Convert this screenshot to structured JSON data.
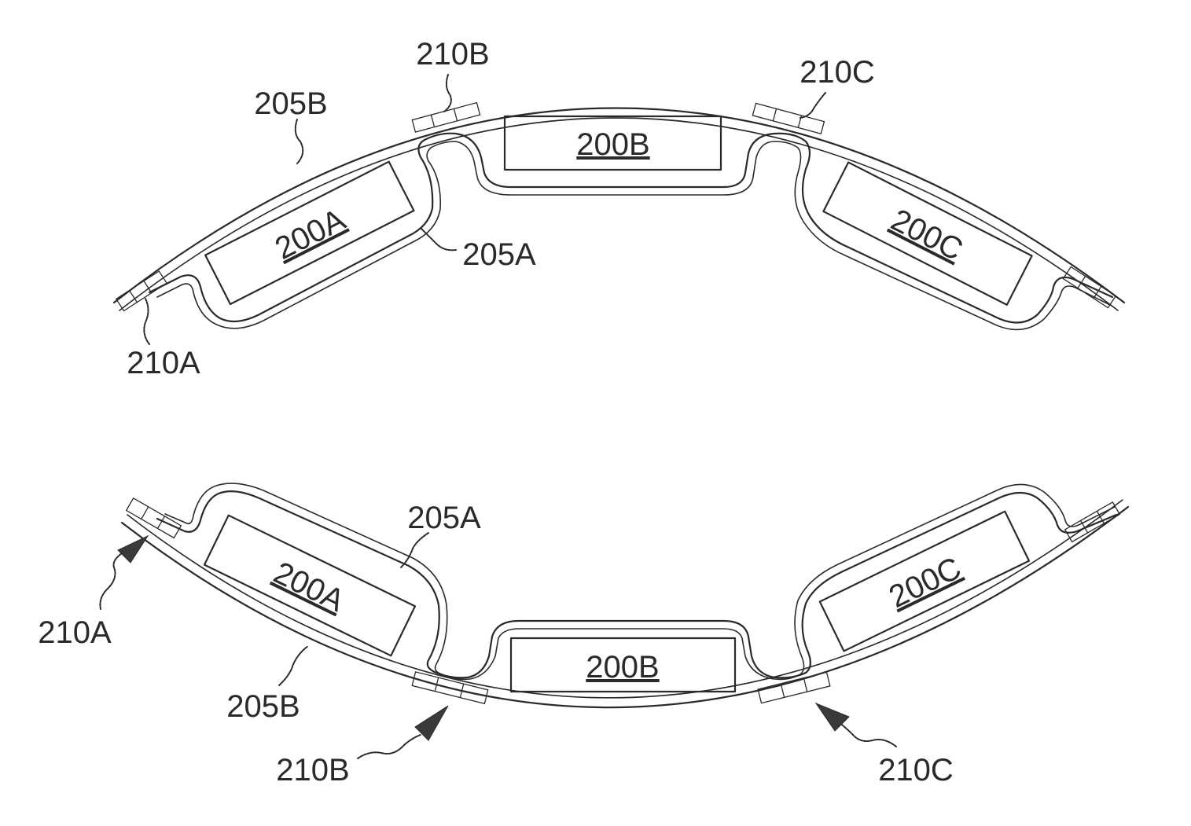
{
  "figures": [
    {
      "id": "top",
      "labels": {
        "cell_a": "200A",
        "cell_b": "200B",
        "cell_c": "200C",
        "outer_layer": "205B",
        "inner_layer": "205A",
        "joint_a": "210A",
        "joint_b": "210B",
        "joint_c": "210C"
      }
    },
    {
      "id": "bottom",
      "labels": {
        "cell_a": "200A",
        "cell_b": "200B",
        "cell_c": "200C",
        "outer_layer": "205B",
        "inner_layer": "205A",
        "joint_a": "210A",
        "joint_b": "210B",
        "joint_c": "210C"
      }
    }
  ],
  "colors": {
    "ink": "#2a2a2a",
    "background": "#ffffff"
  }
}
